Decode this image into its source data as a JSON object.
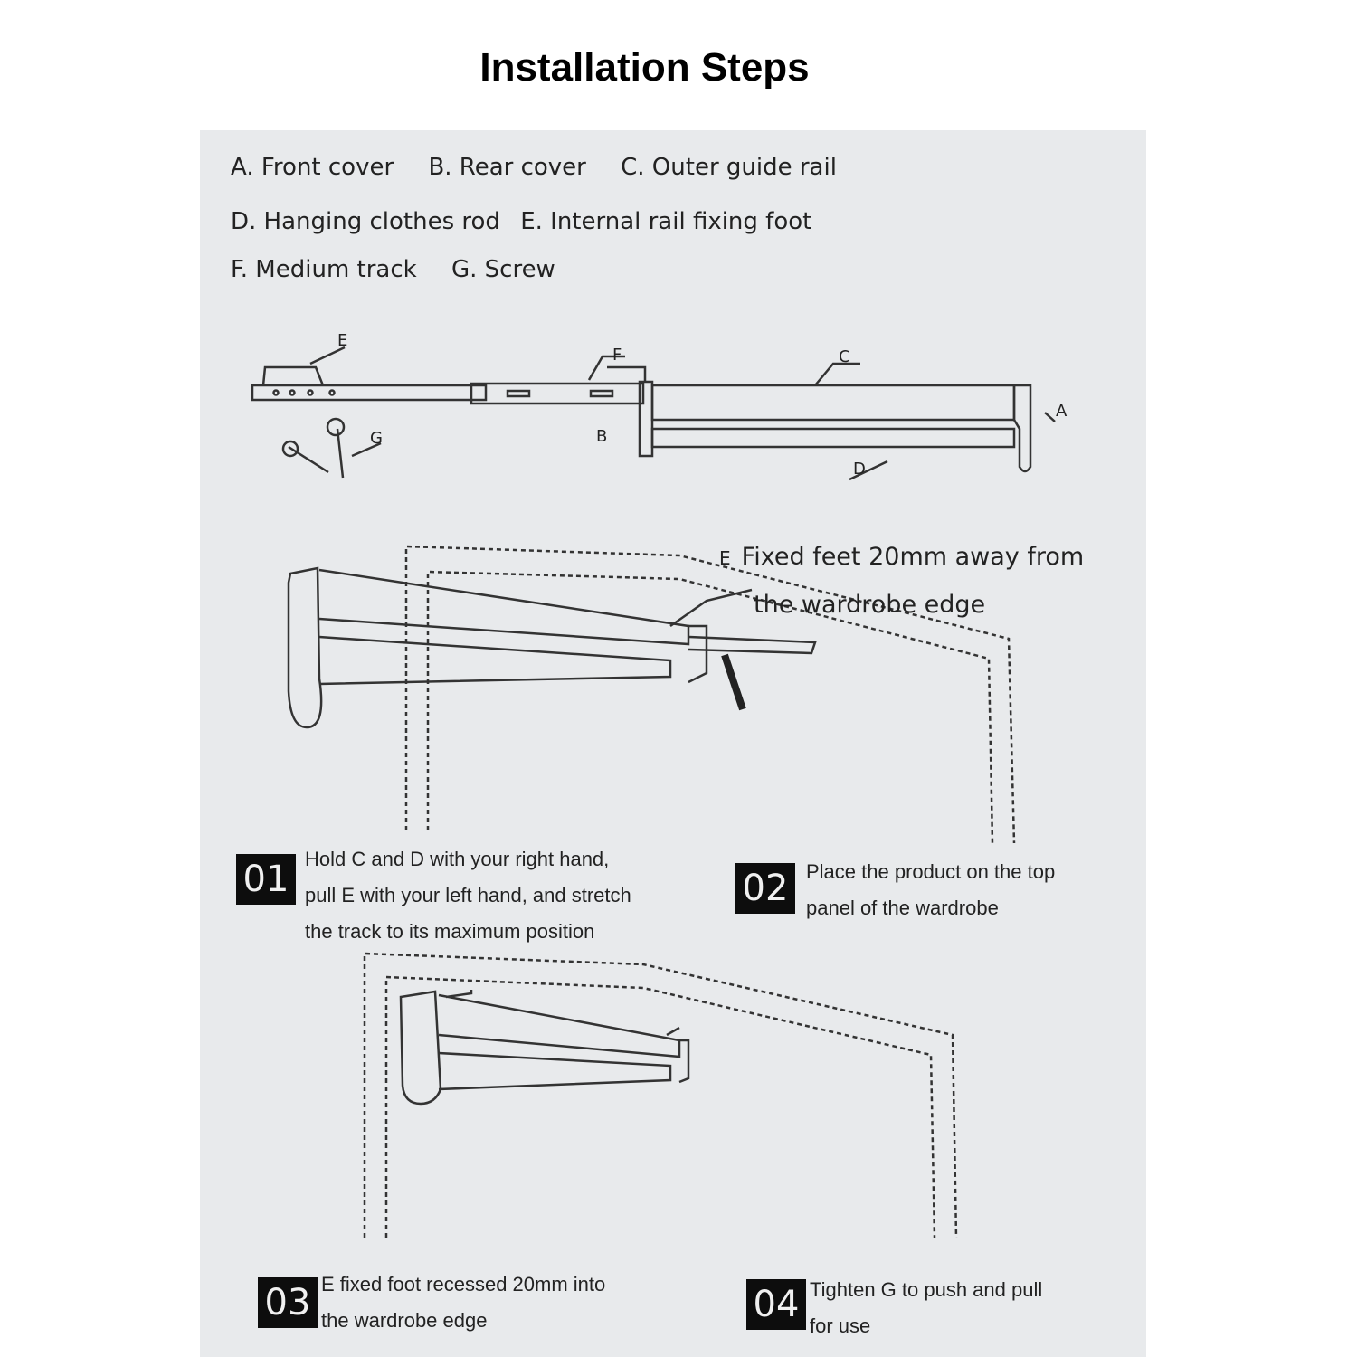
{
  "title": "Installation Steps",
  "parts": {
    "a": "A. Front cover",
    "b": "B. Rear cover",
    "c": "C. Outer guide rail",
    "d": "D. Hanging clothes rod",
    "e": "E. Internal rail fixing foot",
    "f": "F. Medium track",
    "g": "G. Screw"
  },
  "callouts": {
    "a": "A",
    "b": "B",
    "c": "C",
    "d": "D",
    "e": "E",
    "f": "F",
    "g": "G"
  },
  "note": {
    "marker": "E",
    "line1": "Fixed feet 20mm away from",
    "line2": "the wardrobe edge"
  },
  "steps": [
    {
      "num": "01",
      "line1": "Hold C and D with your right hand,",
      "line2": "pull E with your left hand, and stretch",
      "line3": "the track to its maximum position"
    },
    {
      "num": "02",
      "line1": "Place the product on the top",
      "line2": "panel of the wardrobe"
    },
    {
      "num": "03",
      "line1": "E fixed foot recessed 20mm into",
      "line2": "the wardrobe edge"
    },
    {
      "num": "04",
      "line1": "Tighten G to push and pull",
      "line2": "for use"
    }
  ]
}
